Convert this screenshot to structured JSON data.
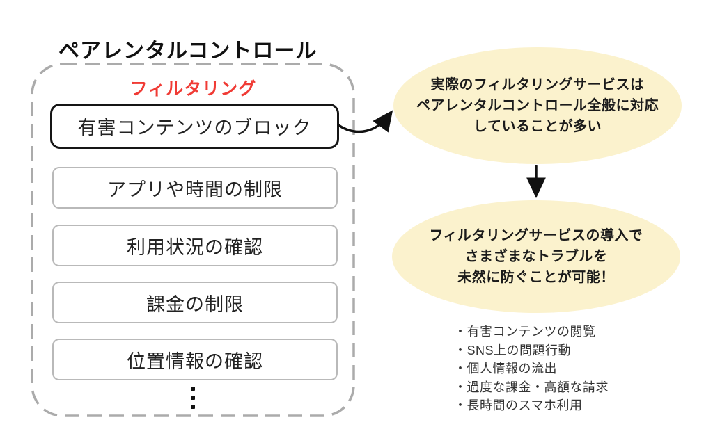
{
  "colors": {
    "accent_red": "#f03b35",
    "bubble_yellow": "#fbf2cd",
    "box_border_gray": "#b9b9b9",
    "dashed_border_gray": "#ababab",
    "arrow_black": "#111111"
  },
  "left_panel": {
    "title": "ペアレンタルコントロール",
    "highlight_label": "フィルタリング",
    "primary_item": "有害コンテンツのブロック",
    "items": [
      "アプリや時間の制限",
      "利用状況の確認",
      "課金の制限",
      "位置情報の確認"
    ]
  },
  "right_panel": {
    "bubble_top": {
      "lines": [
        "実際のフィルタリングサービスは",
        "ペアレンタルコントロール全般に対応",
        "していることが多い"
      ]
    },
    "bubble_bottom": {
      "lines": [
        "フィルタリングサービスの導入で",
        "さまざまなトラブルを",
        "未然に防ぐことが可能！"
      ]
    },
    "troubles": [
      "・有害コンテンツの閲覧",
      "・SNS上の問題行動",
      "・個人情報の流出",
      "・過度な課金・高額な請求",
      "・長時間のスマホ利用"
    ]
  }
}
